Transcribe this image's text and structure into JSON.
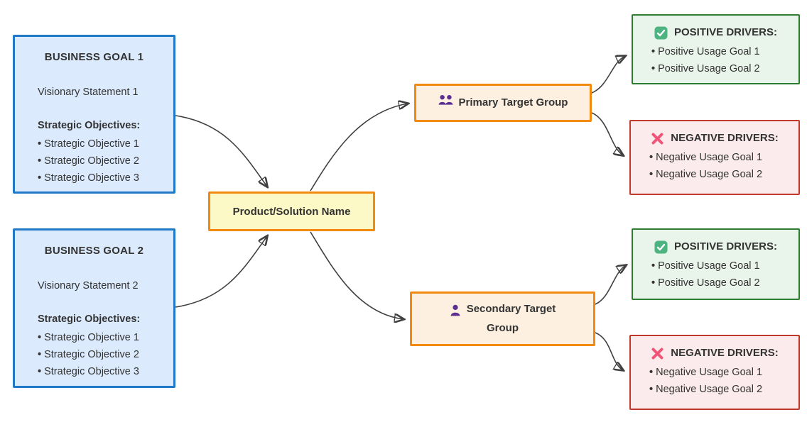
{
  "colors": {
    "arrow": "#404040",
    "goal_fill": "#dbeafc",
    "goal_border": "#1f78c8",
    "product_fill": "#fdf9c6",
    "product_border": "#f28a10",
    "target_fill": "#fdf0e0",
    "target_border": "#f28a10",
    "positive_fill": "#e9f4ea",
    "positive_border": "#2e7d32",
    "negative_fill": "#fcebec",
    "negative_border": "#c0392b",
    "check_icon": "#4db380",
    "x_icon": "#ee5577",
    "person_icon": "#5b2f91",
    "text": "#333333"
  },
  "goals": [
    {
      "title": "BUSINESS GOAL 1",
      "vision": "Visionary Statement 1",
      "objectives_label": "Strategic Objectives:",
      "objectives": [
        "Strategic Objective 1",
        "Strategic Objective 2",
        "Strategic Objective 3"
      ]
    },
    {
      "title": "BUSINESS GOAL 2",
      "vision": "Visionary Statement 2",
      "objectives_label": "Strategic Objectives:",
      "objectives": [
        "Strategic Objective 1",
        "Strategic Objective 2",
        "Strategic Objective 3"
      ]
    }
  ],
  "product": {
    "label": "Product/Solution Name"
  },
  "targets": [
    {
      "label": "Primary Target Group",
      "icon": "people-icon"
    },
    {
      "label": "Secondary Target Group",
      "icon": "person-icon"
    }
  ],
  "drivers": [
    {
      "kind": "positive",
      "icon": "check-icon",
      "title": "POSITIVE DRIVERS:",
      "items": [
        "Positive Usage Goal 1",
        "Positive Usage Goal 2"
      ]
    },
    {
      "kind": "negative",
      "icon": "x-icon",
      "title": "NEGATIVE DRIVERS:",
      "items": [
        "Negative Usage Goal 1",
        "Negative Usage Goal 2"
      ]
    },
    {
      "kind": "positive",
      "icon": "check-icon",
      "title": "POSITIVE DRIVERS:",
      "items": [
        "Positive Usage Goal 1",
        "Positive Usage Goal 2"
      ]
    },
    {
      "kind": "negative",
      "icon": "x-icon",
      "title": "NEGATIVE DRIVERS:",
      "items": [
        "Negative Usage Goal 1",
        "Negative Usage Goal 2"
      ]
    }
  ],
  "edges": [
    "business-goal-1 -> product",
    "business-goal-2 -> product",
    "product -> primary-target-group",
    "product -> secondary-target-group",
    "primary-target-group -> positive-drivers-1",
    "primary-target-group -> negative-drivers-1",
    "secondary-target-group -> positive-drivers-2",
    "secondary-target-group -> negative-drivers-2"
  ]
}
